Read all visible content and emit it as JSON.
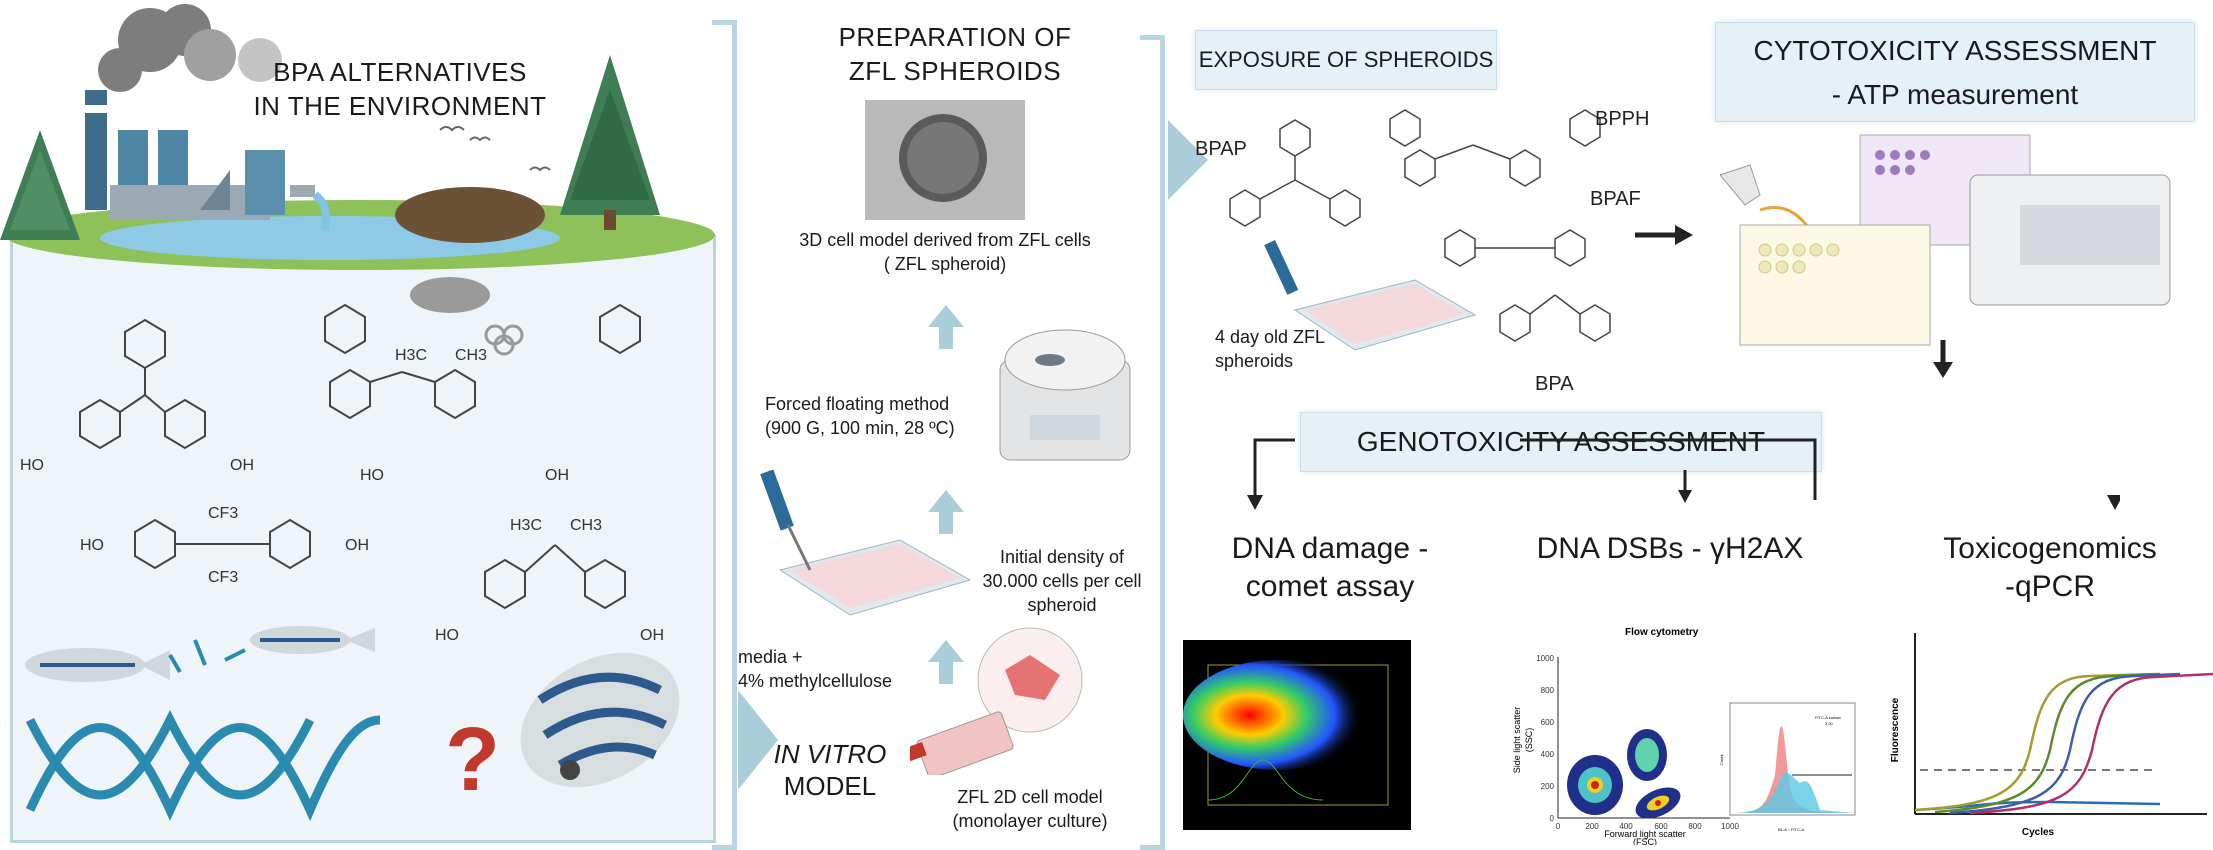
{
  "environment": {
    "title_line1": "BPA ALTERNATIVES",
    "title_line2": "IN THE ENVIRONMENT",
    "structure_labels": {
      "ho": "HO",
      "oh": "OH",
      "cf3": "CF3",
      "h3c": "H3C",
      "ch3": "CH3"
    },
    "question_mark": "?"
  },
  "preparation": {
    "title_line1": "PREPARATION OF",
    "title_line2": "ZFL SPHEROIDS",
    "spheroid_caption_line1": "3D cell model derived from ZFL cells",
    "spheroid_caption_line2": "( ZFL spheroid)",
    "forced_line1": "Forced floating method",
    "forced_line2": "(900 G, 100 min, 28 ºC)",
    "density_line1": "Initial density of",
    "density_line2": "30.000 cells per cell",
    "density_line3": "spheroid",
    "media_line1": "media +",
    "media_line2": "4% methylcellulose",
    "invitro_line1": "IN VITRO",
    "invitro_line2": "MODEL",
    "model2d_line1": "ZFL 2D cell model",
    "model2d_line2": "(monolayer culture)"
  },
  "exposure": {
    "title": "EXPOSURE OF SPHEROIDS",
    "compounds": {
      "bpap": "BPAP",
      "bpph": "BPPH",
      "bpaf": "BPAF",
      "bpa": "BPA"
    },
    "spheroids_line1": "4 day old ZFL",
    "spheroids_line2": "spheroids"
  },
  "cytotoxicity": {
    "title_line1": "CYTOTOXICITY ASSESSMENT",
    "title_line2": "- ATP measurement"
  },
  "genotoxicity": {
    "title": "GENOTOXICITY ASSESSMENT",
    "comet_line1": "DNA damage -",
    "comet_line2": "comet assay",
    "dsb_title": "DNA DSBs - γH2AX",
    "tox_line1": "Toxicogenomics",
    "tox_line2": "-qPCR",
    "flow": {
      "title": "Flow cytometry",
      "ylabel_line1": "Side light scatter",
      "ylabel_line2": "(SSC)",
      "xlabel_line1": "Forward light scatter",
      "xlabel_line2": "(FSC)",
      "ticks": [
        "0",
        "200",
        "400",
        "600",
        "800",
        "1000"
      ],
      "hist_ylabel": "Count",
      "hist_xlabel": "B1-A :: FITC-A",
      "hist_gate_line1": "FITC-A subset",
      "hist_gate_line2": "3.00"
    },
    "qpcr": {
      "ylabel": "Fluorescence",
      "xlabel": "Cycles"
    }
  },
  "colors": {
    "accent": "#a9cdd9",
    "box": "#e6f1f6"
  }
}
